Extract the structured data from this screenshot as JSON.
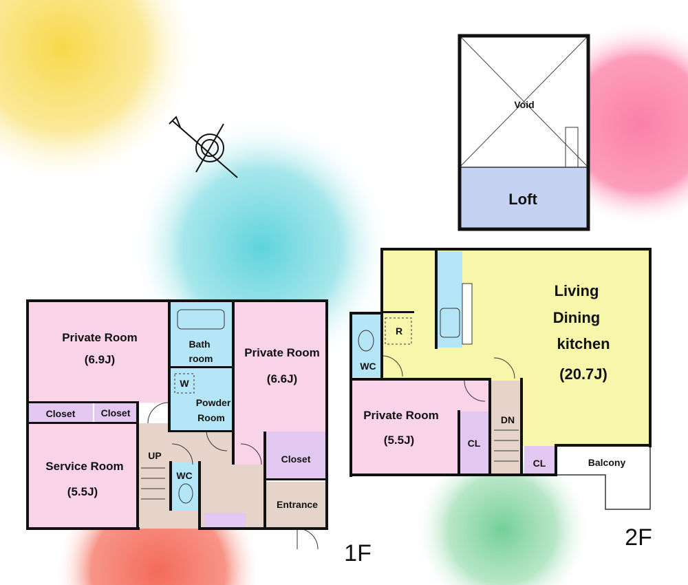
{
  "colors": {
    "private": "#f9d3e7",
    "closet": "#e2c7f1",
    "wet": "#b5e6f8",
    "hall": "#e6d4ca",
    "living": "#f8f6ab",
    "loft": "#c6d2f1"
  },
  "loft": {
    "void": "Void",
    "loft": "Loft"
  },
  "floor1": {
    "label": "1F",
    "private_room_a": {
      "name": "Private Room",
      "size": "(6.9J)"
    },
    "bath": {
      "line1": "Bath",
      "line2": "room"
    },
    "washer": "W",
    "powder": {
      "line1": "Powder",
      "line2": "Room"
    },
    "private_room_b": {
      "name": "Private Room",
      "size": "(6.6J)"
    },
    "closet_a": "Closet",
    "closet_b": "Closet",
    "closet_c": "Closet",
    "stairs": "UP",
    "service_room": {
      "name": "Service Room",
      "size": "(5.5J)"
    },
    "wc": "WC",
    "entrance": "Entrance"
  },
  "floor2": {
    "label": "2F",
    "ldk": {
      "line1": "Living",
      "line2": "Dining",
      "line3": "kitchen",
      "size": "(20.7J)"
    },
    "fridge": "R",
    "wc": "WC",
    "private_room": {
      "name": "Private Room",
      "size": "(5.5J)"
    },
    "cl_a": "CL",
    "cl_b": "CL",
    "stairs": "DN",
    "balcony": "Balcony"
  },
  "compass_icon": "north-compass-icon"
}
